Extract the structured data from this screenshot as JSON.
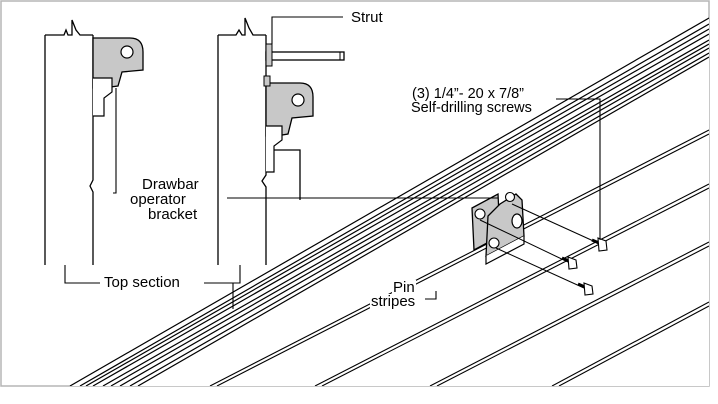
{
  "labels": {
    "strut": "Strut",
    "screws_line1": "(3) 1/4”- 20 x 7/8”",
    "screws_line2": "Self-drilling screws",
    "bracket_line1": "Drawbar",
    "bracket_line2": "operator",
    "bracket_line3": "bracket",
    "top_section": "Top section",
    "pin_line1": "Pin",
    "pin_line2": "stripes"
  },
  "colors": {
    "line": "#000000",
    "bracket_fill": "#c8c8c8",
    "frame": "#b5b5b5"
  }
}
